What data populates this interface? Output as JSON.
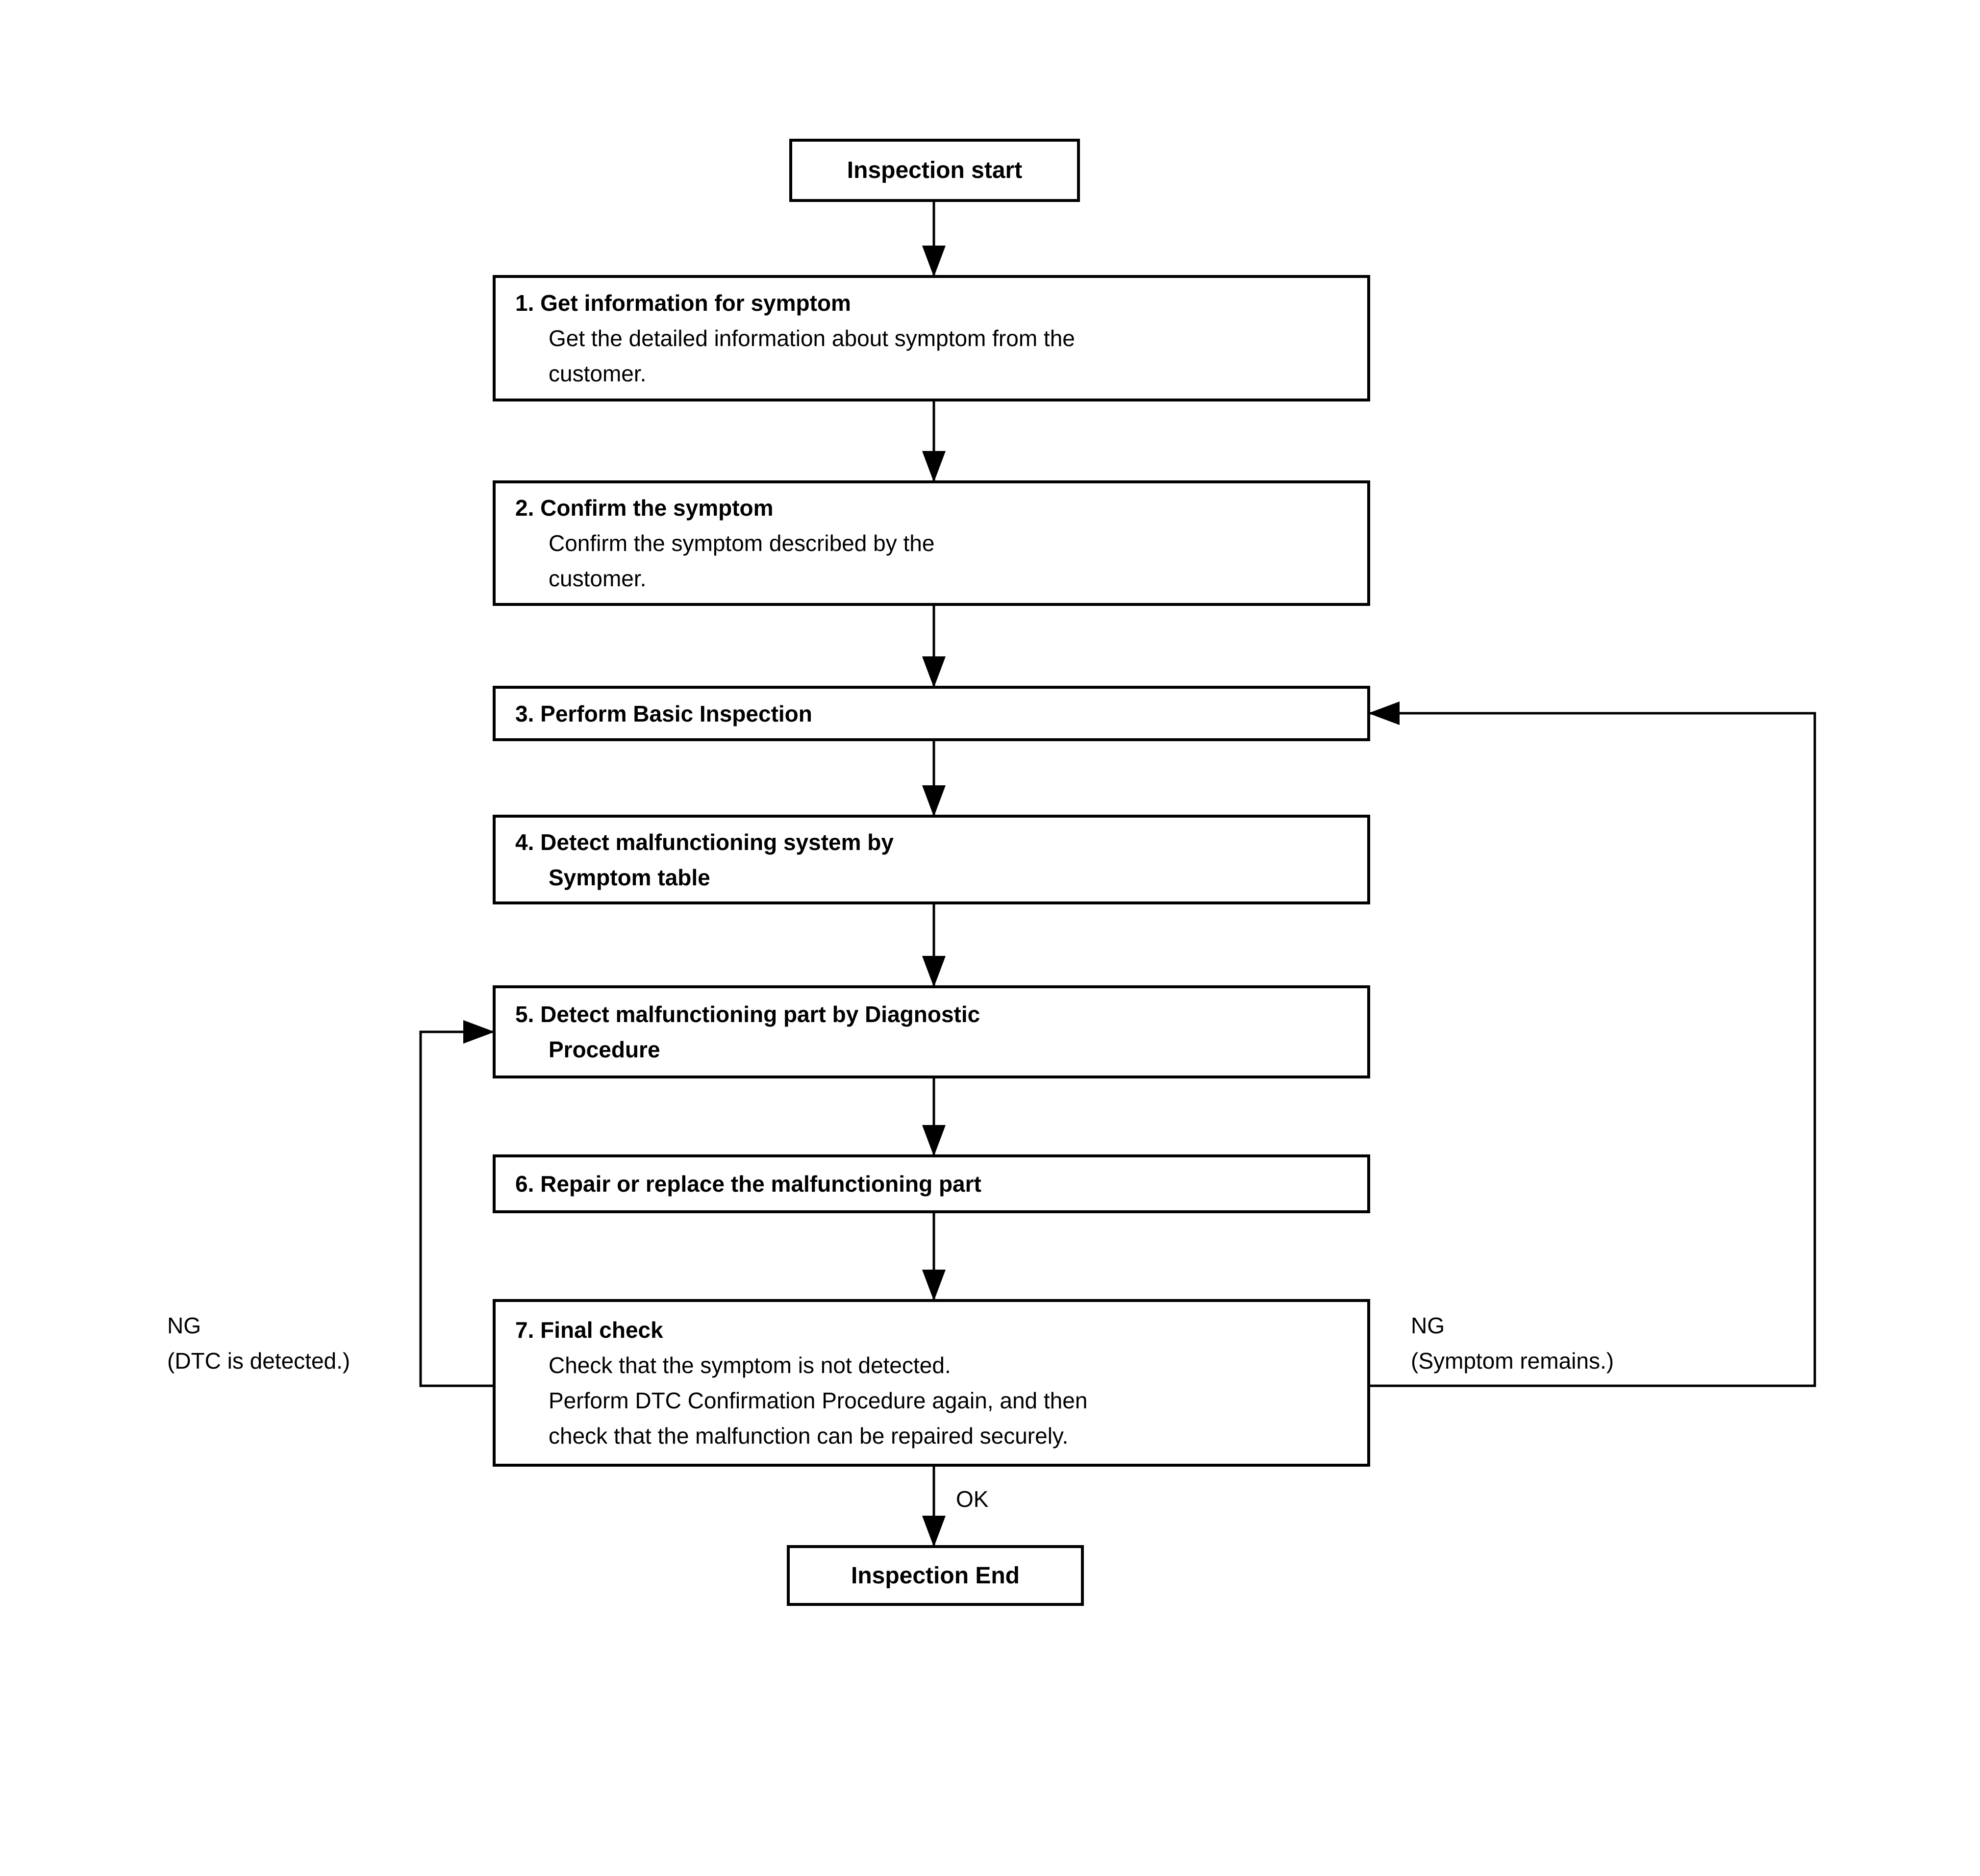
{
  "diagram": {
    "start_label": "Inspection start",
    "end_label": "Inspection End",
    "ok_label": "OK",
    "ng_left": {
      "line1": "NG",
      "line2": "(DTC is detected.)"
    },
    "ng_right": {
      "line1": "NG",
      "line2": "(Symptom remains.)"
    },
    "steps": [
      {
        "title": "1. Get information for symptom",
        "body": [
          "Get the detailed information about symptom from the",
          "customer."
        ]
      },
      {
        "title": "2. Confirm the symptom",
        "body": [
          "Confirm the symptom described by the",
          "customer."
        ]
      },
      {
        "title": "3. Perform Basic Inspection"
      },
      {
        "title": "4. Detect malfunctioning system by",
        "title2": "Symptom table"
      },
      {
        "title": "5. Detect malfunctioning part by Diagnostic",
        "title2": "Procedure"
      },
      {
        "title": "6. Repair or replace the malfunctioning part"
      },
      {
        "title": "7. Final check",
        "body": [
          "Check that the symptom is not detected.",
          "Perform DTC Confirmation Procedure again, and then",
          "check that the malfunction can be repaired securely."
        ]
      }
    ]
  }
}
